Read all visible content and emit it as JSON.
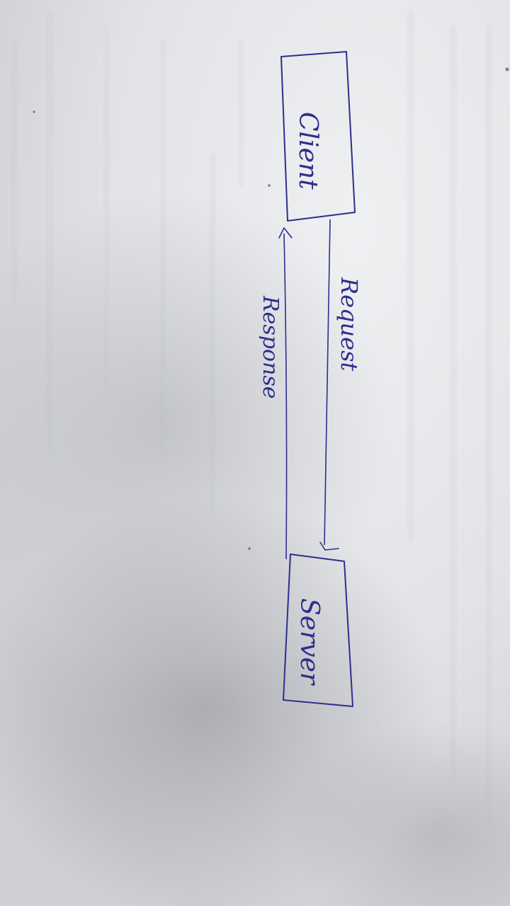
{
  "diagram": {
    "nodes": [
      {
        "id": "client",
        "label": "Client"
      },
      {
        "id": "server",
        "label": "Server"
      }
    ],
    "edges": [
      {
        "from": "client",
        "to": "server",
        "label": "Request"
      },
      {
        "from": "server",
        "to": "client",
        "label": "Response"
      }
    ]
  },
  "colors": {
    "paper": "#e9eaec",
    "ink": "#2d2f8c",
    "shadow": "#8e9097"
  }
}
